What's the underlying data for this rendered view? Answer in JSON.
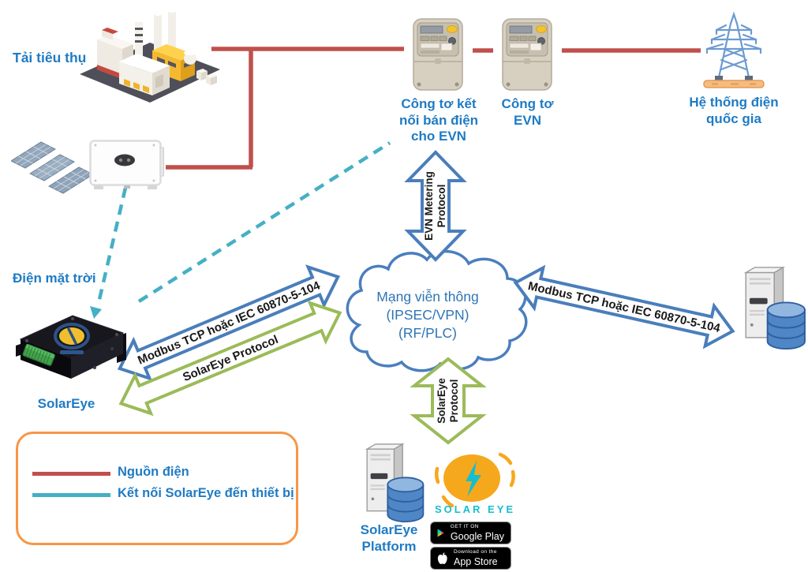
{
  "labels": {
    "load": "Tải tiêu thụ",
    "meter_sell": "Công tơ kết nối bán điện cho EVN",
    "meter_evn": "Công tơ EVN",
    "grid": "Hệ thống điện quốc gia",
    "solar": "Điện mặt trời",
    "device": "SolarEye",
    "platform": "SolarEye Platform"
  },
  "cloud": {
    "line1": "Mạng viễn thông",
    "line2": "(IPSEC/VPN)",
    "line3": "(RF/PLC)"
  },
  "protocols": {
    "evn_metering_l1": "EVN Metering",
    "evn_metering_l2": "Protocol",
    "modbus_left": "Modbus TCP hoặc IEC 60870-5-104",
    "modbus_right": "Modbus TCP hoặc IEC 60870-5-104",
    "solareye_left": "SolarEye Protocol",
    "solareye_bottom_l1": "SolarEye",
    "solareye_bottom_l2": "Protocol"
  },
  "legend": {
    "power": "Nguồn điện",
    "solareye_conn": "Kết nối SolarEye đến thiết bị"
  },
  "logo": {
    "name": "SOLAR EYE"
  },
  "badges": {
    "google_play_caption": "GET IT ON",
    "google_play": "Google Play",
    "app_store_caption": "Download on the",
    "app_store": "App Store"
  },
  "colors": {
    "power_line": "#C0504D",
    "solareye_line": "#45B0C4",
    "arrow_blue": "#4A7EBB",
    "arrow_green": "#9BBB59",
    "label_blue": "#1F7BC4",
    "cloud_blue": "#4A7EBF",
    "legend_border": "#F79646"
  }
}
